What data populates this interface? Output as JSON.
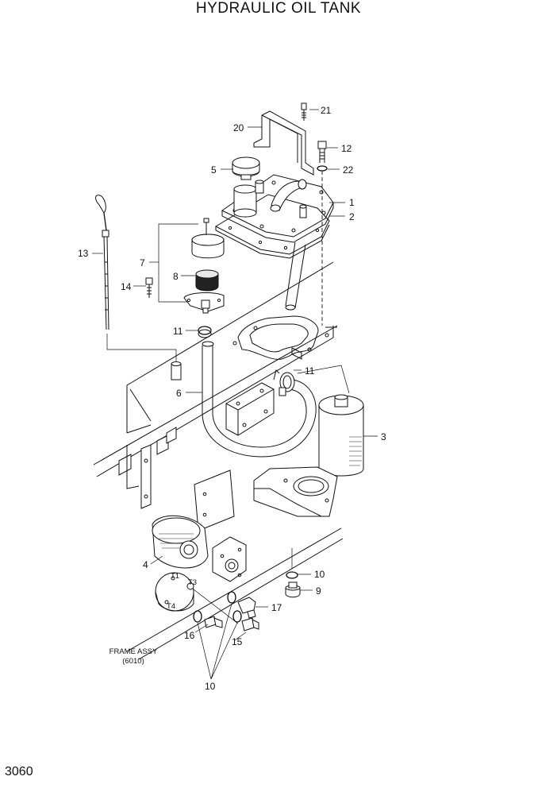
{
  "title": "HYDRAULIC OIL TANK",
  "page_number": "3060",
  "frame_label": {
    "line1": "FRAME ASSY",
    "line2": "(6010)"
  },
  "callouts": [
    {
      "id": "c21",
      "label": "21"
    },
    {
      "id": "c20",
      "label": "20"
    },
    {
      "id": "c12",
      "label": "12"
    },
    {
      "id": "c5",
      "label": "5"
    },
    {
      "id": "c22",
      "label": "22"
    },
    {
      "id": "c1",
      "label": "1"
    },
    {
      "id": "c2",
      "label": "2"
    },
    {
      "id": "c13",
      "label": "13"
    },
    {
      "id": "c7",
      "label": "7"
    },
    {
      "id": "c8",
      "label": "8"
    },
    {
      "id": "c14",
      "label": "14"
    },
    {
      "id": "c11a",
      "label": "11"
    },
    {
      "id": "c11b",
      "label": "11"
    },
    {
      "id": "c6",
      "label": "6"
    },
    {
      "id": "c3",
      "label": "3"
    },
    {
      "id": "c4",
      "label": "4"
    },
    {
      "id": "c10a",
      "label": "10"
    },
    {
      "id": "c9",
      "label": "9"
    },
    {
      "id": "c17",
      "label": "17"
    },
    {
      "id": "c16",
      "label": "16"
    },
    {
      "id": "c15",
      "label": "15"
    },
    {
      "id": "c10b",
      "label": "10"
    }
  ],
  "port_labels": {
    "t1": "T1",
    "t3": "T3",
    "t4": "T4"
  }
}
